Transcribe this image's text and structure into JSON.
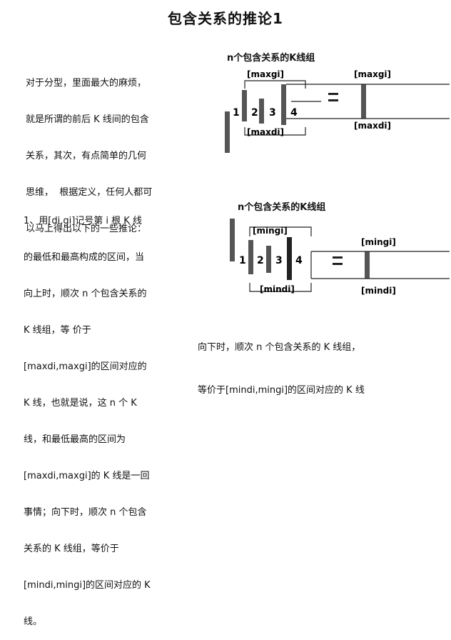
{
  "title": "包含关系的推论1",
  "intro_lines": [
    "对于分型，里面最大的麻烦，",
    "就是所谓的前后 K 线间的包含",
    "关系，其次，有点简单的几何",
    "思维，  根据定义，任何人都可",
    "以马上得出以下的一些推论："
  ],
  "inference_lines": [
    "1、用[di,gi]记号第 i 根 K 线",
    "的最低和最高构成的区间，当",
    "向上时，顺次 n 个包含关系的",
    "K 线组，等 价于",
    "[maxdi,maxgi]的区间对应的",
    "K 线，也就是说，这 n 个 K",
    "线，和最低最高的区间为",
    "[maxdi,maxgi]的 K 线是一回",
    "事情；向下时，顺次 n 个包含",
    "关系的 K 线组，等价于",
    "[mindi,mingi]的区间对应的 K",
    "线。"
  ],
  "diagram_top": {
    "caption": "n个包含关系的K线组",
    "label_top_left": "[maxgi]",
    "label_top_right": "[maxgi]",
    "label_bottom_left": "[maxdi]",
    "label_bottom_right": "[maxdi]",
    "numbers": [
      "1",
      "2",
      "3",
      "4"
    ]
  },
  "diagram_bottom": {
    "caption": "n个包含关系的K线组",
    "label_top_left": "[mingi]",
    "label_top_right": "[mingi]",
    "label_bottom_left": "[mindi]",
    "label_bottom_right": "[mindi]",
    "numbers": [
      "1",
      "2",
      "3",
      "4"
    ]
  },
  "down_note_lines": [
    "向下时，顺次 n 个包含关系的 K 线组，",
    "等价于[mindi,mingi]的区间对应的 K 线"
  ]
}
